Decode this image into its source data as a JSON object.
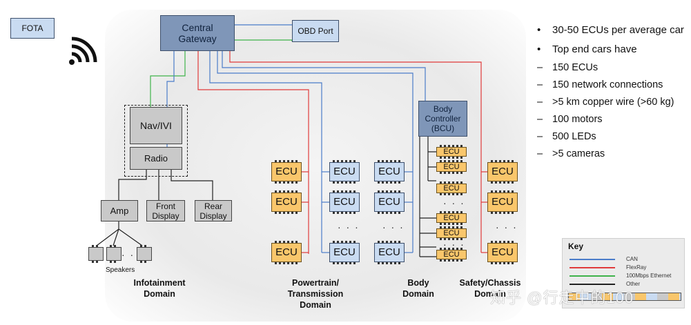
{
  "fota": "FOTA",
  "central_gateway": "Central\nGateway",
  "obd_port": "OBD Port",
  "nav_ivi": "Nav/IVI",
  "radio": "Radio",
  "amp": "Amp",
  "front_display": "Front\nDisplay",
  "rear_display": "Rear\nDisplay",
  "speakers": "Speakers",
  "ecu": "ECU",
  "bcu": "Body\nController\n(BCU)",
  "ellipsis": "· · ·",
  "domains": {
    "infotainment": "Infotainment\nDomain",
    "powertrain": "Powertrain/\nTransmission\nDomain",
    "body": "Body\nDomain",
    "safety": "Safety/Chassis\nDomain"
  },
  "bullets": [
    {
      "kind": "b",
      "text": "30-50 ECUs per average car"
    },
    {
      "kind": "b",
      "text": "Top end cars have"
    },
    {
      "kind": "s",
      "text": "150 ECUs"
    },
    {
      "kind": "s",
      "text": "150 network connections"
    },
    {
      "kind": "s",
      "text": ">5 km copper wire (>60 kg)"
    },
    {
      "kind": "s",
      "text": "100 motors"
    },
    {
      "kind": "s",
      "text": "500 LEDs"
    },
    {
      "kind": "s",
      "text": ">5 cameras"
    }
  ],
  "key": {
    "title": "Key",
    "items": [
      {
        "label": "CAN",
        "color": "#4a7cc9"
      },
      {
        "label": "FlexRay",
        "color": "#e03a3a"
      },
      {
        "label": "100Mbps Ethernet",
        "color": "#3fb34a"
      },
      {
        "label": "Other",
        "color": "#222222"
      }
    ]
  },
  "colors": {
    "can": "#4a7cc9",
    "flexray": "#e03a3a",
    "ethernet": "#3fb34a",
    "other": "#222222"
  },
  "watermark": "知乎 @行走中的100"
}
